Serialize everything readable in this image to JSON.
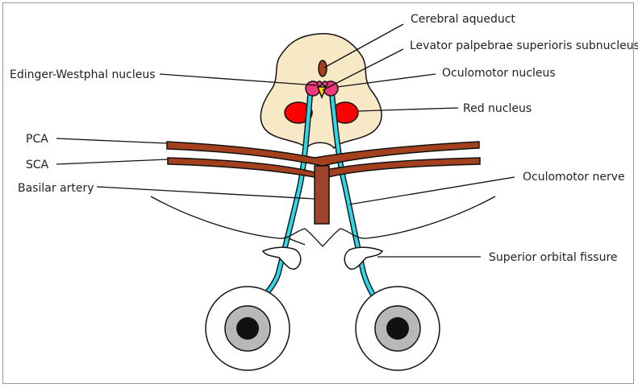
{
  "labels": {
    "cerebral_aqueduct": "Cerebral aqueduct",
    "levator_subnucleus": "Levator palpebrae superioris subnucleus",
    "edinger_westphal": "Edinger-Westphal nucleus",
    "oculomotor_nucleus": "Oculomotor nucleus",
    "red_nucleus": "Red nucleus",
    "pca": "PCA",
    "sca": "SCA",
    "basilar_artery": "Basilar artery",
    "oculomotor_nerve": "Oculomotor nerve",
    "superior_orbital_fissure": "Superior orbital fissure"
  },
  "colors": {
    "midbrain": "#f7e8c6",
    "aqueduct": "#a5401f",
    "red_nucleus": "#ff0000",
    "oculomotor_nucleus": "#f0387a",
    "levator_subnucleus": "#ffd700",
    "artery": "#a5401f",
    "basilar": "#a0432c",
    "nerve": "#2ed8e8",
    "eye_iris": "#b8b8b8",
    "pupil": "#111111"
  }
}
